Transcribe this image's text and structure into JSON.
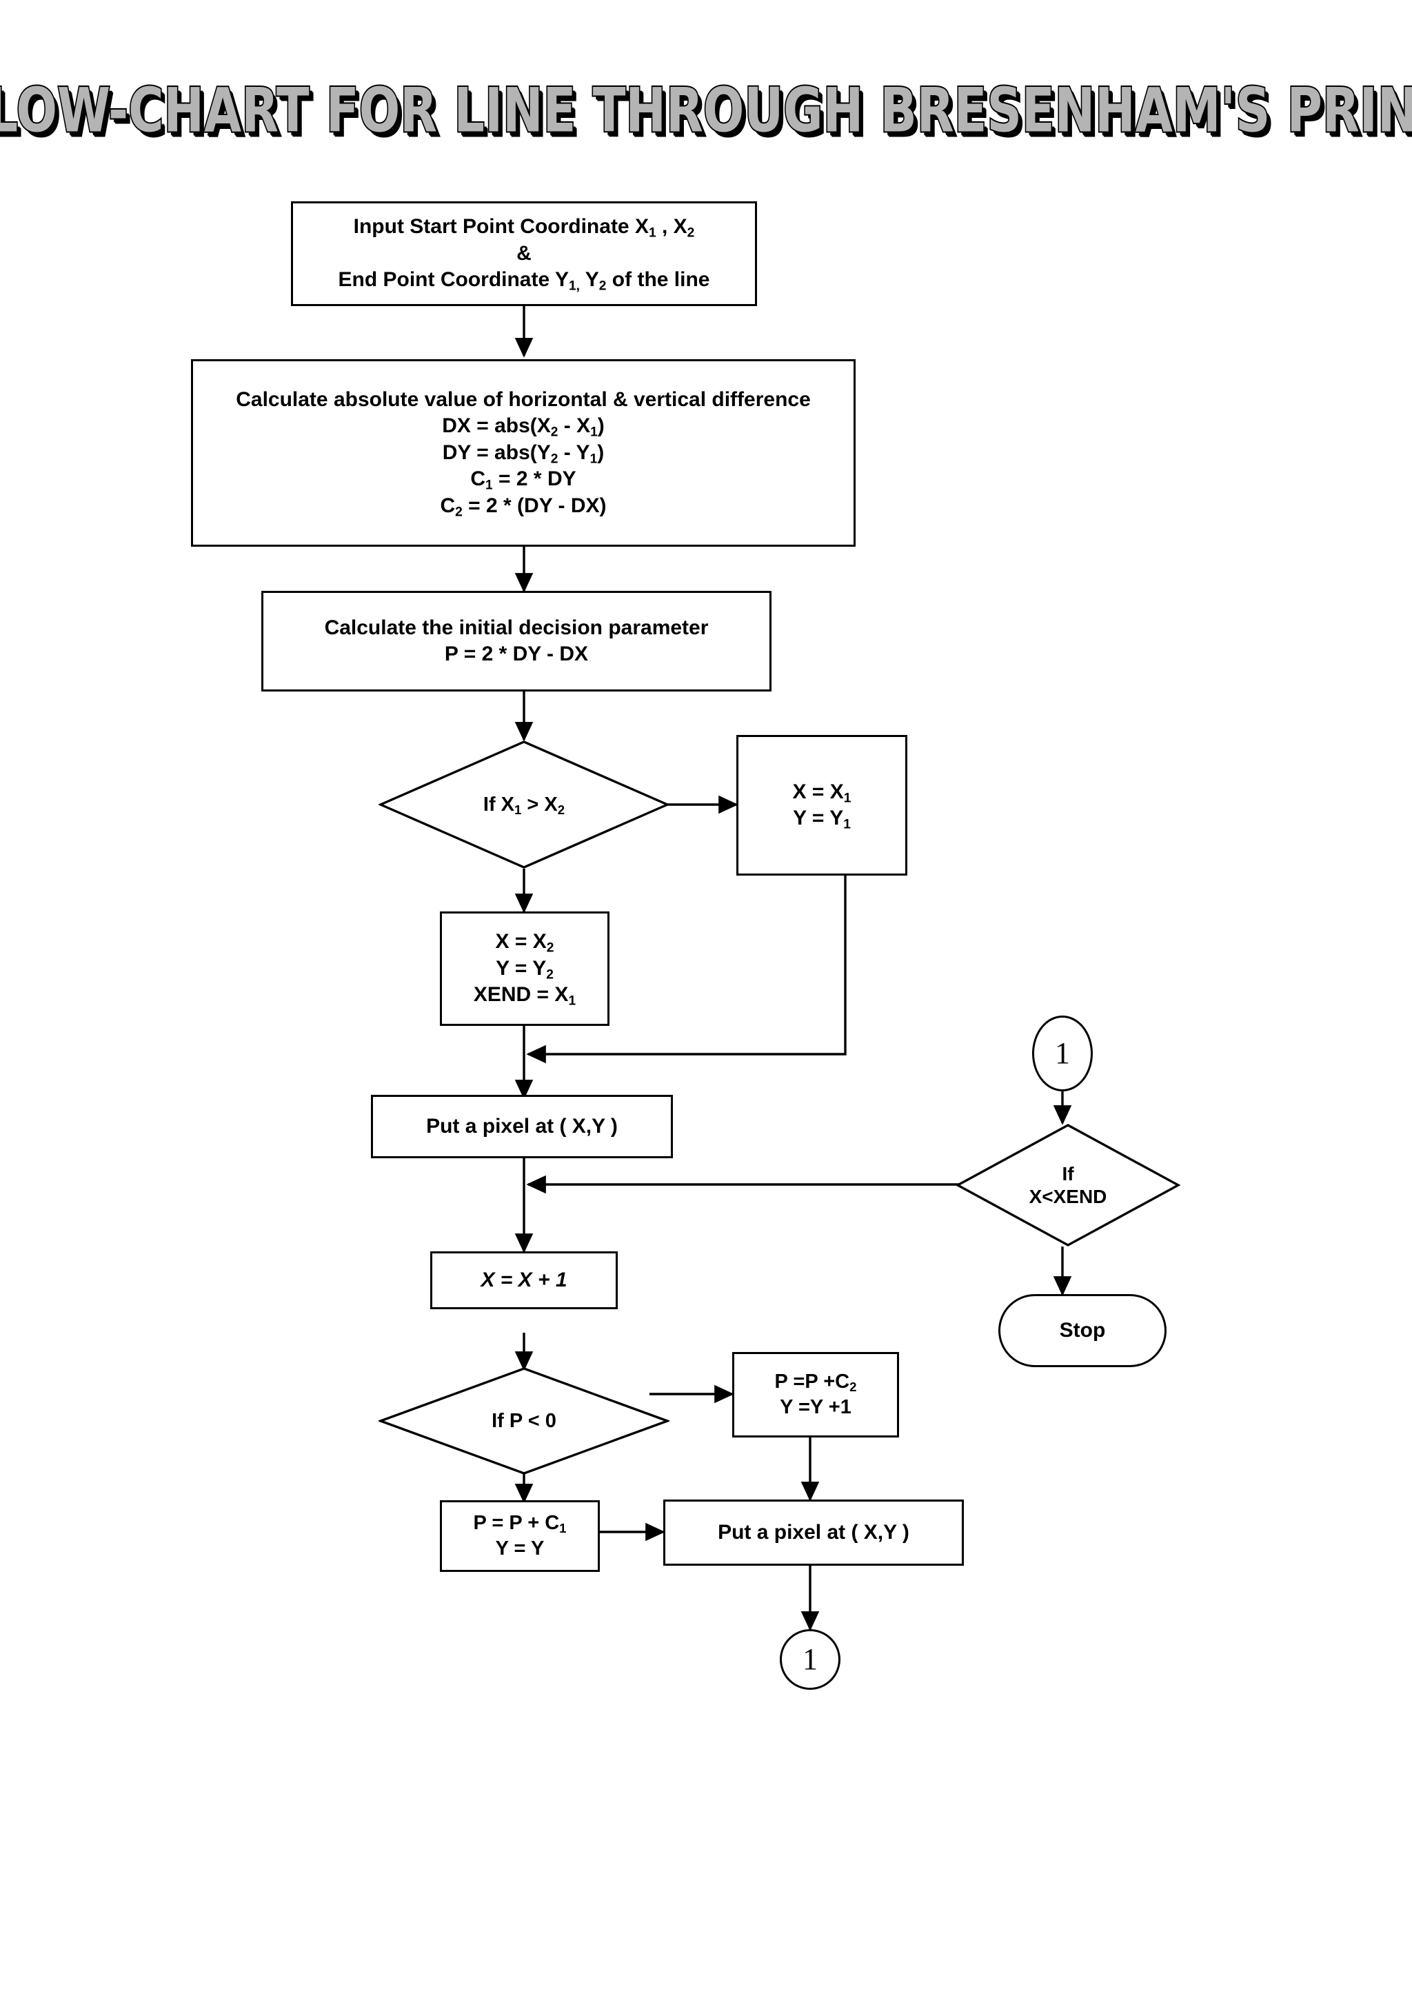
{
  "title": "FLOW-CHART FOR LINE THROUGH BRESENHAM'S PRINCIPLE",
  "colors": {
    "stroke": "#000000",
    "background": "#ffffff",
    "title_fill": "#b4b4b4",
    "title_outline": "#000000"
  },
  "chart_data": {
    "type": "flowchart",
    "title": "FLOW-CHART FOR LINE THROUGH BRESENHAM'S PRINCIPLE",
    "nodes": [
      {
        "id": "input",
        "shape": "process",
        "lines": [
          "Input Start Point Coordinate X₁ , X₂",
          "&",
          "End Point Coordinate Y₁, Y₂ of the line"
        ]
      },
      {
        "id": "calc_abs",
        "shape": "process",
        "lines": [
          "Calculate absolute value of horizontal & vertical difference",
          "DX = abs(X₂ - X₁)",
          "DY = abs(Y₂ - Y₁)",
          "C₁ = 2 * DY",
          "C₂ = 2 * (DY - DX)"
        ]
      },
      {
        "id": "calc_p",
        "shape": "process",
        "lines": [
          "Calculate the initial decision parameter",
          "P = 2 * DY - DX"
        ]
      },
      {
        "id": "if_x1x2",
        "shape": "decision",
        "lines": [
          "If X₁ > X₂"
        ]
      },
      {
        "id": "assign_1",
        "shape": "process",
        "lines": [
          "X = X₁",
          "Y = Y₁"
        ]
      },
      {
        "id": "assign_2",
        "shape": "process",
        "lines": [
          "X = X₂",
          "Y = Y₂",
          "XEND = X₁"
        ]
      },
      {
        "id": "pixel_1",
        "shape": "process",
        "lines": [
          "Put a pixel at ( X,Y )"
        ]
      },
      {
        "id": "incr_x",
        "shape": "process",
        "lines": [
          "X = X + 1"
        ],
        "style": "bold-italic"
      },
      {
        "id": "if_p",
        "shape": "decision",
        "lines": [
          "If P <  0"
        ]
      },
      {
        "id": "upd_c2",
        "shape": "process",
        "lines": [
          "P =P +C₂",
          "Y =Y +1"
        ]
      },
      {
        "id": "upd_c1",
        "shape": "process",
        "lines": [
          "P = P + C₁",
          "Y =  Y"
        ]
      },
      {
        "id": "pixel_2",
        "shape": "process",
        "lines": [
          "Put a pixel at ( X,Y )"
        ]
      },
      {
        "id": "conn_bottom",
        "shape": "connector",
        "lines": [
          "1"
        ]
      },
      {
        "id": "conn_top",
        "shape": "connector",
        "lines": [
          "1"
        ]
      },
      {
        "id": "if_xend",
        "shape": "decision",
        "lines": [
          "If",
          "X<XEND"
        ]
      },
      {
        "id": "stop",
        "shape": "terminator",
        "lines": [
          "Stop"
        ]
      }
    ],
    "edges": [
      {
        "from": "input",
        "to": "calc_abs"
      },
      {
        "from": "calc_abs",
        "to": "calc_p"
      },
      {
        "from": "calc_p",
        "to": "if_x1x2"
      },
      {
        "from": "if_x1x2",
        "to": "assign_1",
        "branch": "right"
      },
      {
        "from": "if_x1x2",
        "to": "assign_2",
        "branch": "down"
      },
      {
        "from": "assign_1",
        "to": "pixel_1",
        "routing": "down-then-left"
      },
      {
        "from": "assign_2",
        "to": "pixel_1"
      },
      {
        "from": "pixel_1",
        "to": "incr_x"
      },
      {
        "from": "incr_x",
        "to": "if_p"
      },
      {
        "from": "if_p",
        "to": "upd_c2",
        "branch": "right"
      },
      {
        "from": "if_p",
        "to": "upd_c1",
        "branch": "down"
      },
      {
        "from": "upd_c1",
        "to": "pixel_2"
      },
      {
        "from": "upd_c2",
        "to": "pixel_2"
      },
      {
        "from": "pixel_2",
        "to": "conn_bottom"
      },
      {
        "from": "conn_top",
        "to": "if_xend"
      },
      {
        "from": "if_xend",
        "to": "incr_x",
        "routing": "left-into-trunk"
      },
      {
        "from": "if_xend",
        "to": "stop",
        "branch": "down"
      }
    ]
  },
  "nodes": {
    "input": {
      "l1": "Input Start Point Coordinate X",
      "l1s": "1",
      "l1b": " , X",
      "l1s2": "2",
      "l2": "&",
      "l3a": "End Point Coordinate Y",
      "l3s": "1,",
      "l3b": " Y",
      "l3s2": "2",
      "l3c": " of the line"
    },
    "calc_abs": {
      "line1": "Calculate absolute value of horizontal & vertical difference",
      "dx_a": "DX = abs(X",
      "dx_s1": "2",
      "dx_b": " - X",
      "dx_s2": "1",
      "dx_c": ")",
      "dy_a": "DY = abs(Y",
      "dy_s1": "2",
      "dy_b": " - Y",
      "dy_s2": "1",
      "dy_c": ")",
      "c1_a": "C",
      "c1_s": "1",
      "c1_b": " = 2 * DY",
      "c2_a": "C",
      "c2_s": "2",
      "c2_b": " = 2 * (DY - DX)"
    },
    "calc_p": {
      "line1": "Calculate the initial decision parameter",
      "line2": "P = 2 * DY - DX"
    },
    "if_x1x2": {
      "a": "If X",
      "s1": "1",
      "b": " > X",
      "s2": "2"
    },
    "assign_1": {
      "l1a": "X = X",
      "l1s": "1",
      "l2a": "Y = Y",
      "l2s": "1"
    },
    "assign_2": {
      "l1a": "X = X",
      "l1s": "2",
      "l2a": "Y = Y",
      "l2s": "2",
      "l3a": "XEND = X",
      "l3s": "1"
    },
    "pixel_1": {
      "label": "Put a pixel at ( X,Y )"
    },
    "incr_x": {
      "label": "X = X + 1"
    },
    "if_p": {
      "label": "If P <  0"
    },
    "upd_c2": {
      "l1a": "P =P +C",
      "l1s": "2",
      "l2": "Y =Y +1"
    },
    "upd_c1": {
      "l1a": "P = P + C",
      "l1s": "1",
      "l2": "Y =  Y"
    },
    "pixel_2": {
      "label": "Put a pixel at ( X,Y )"
    },
    "conn_bottom": {
      "label": "1"
    },
    "conn_top": {
      "label": "1"
    },
    "if_xend": {
      "l1": "If",
      "l2": "X<XEND"
    },
    "stop": {
      "label": "Stop"
    }
  }
}
